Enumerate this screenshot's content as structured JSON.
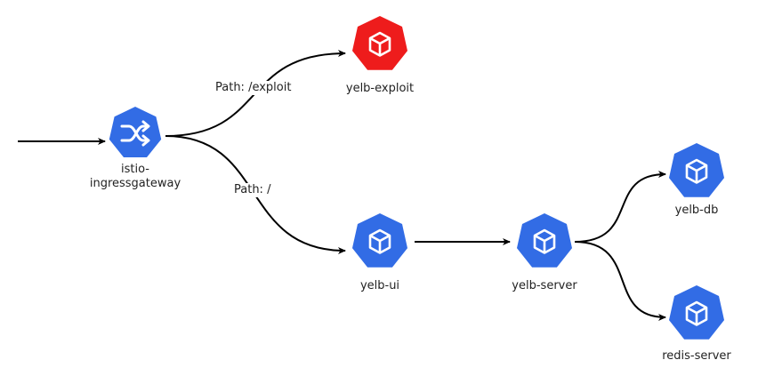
{
  "colors": {
    "k8s_blue": "#326ce5",
    "exploit_red": "#ee1c1c",
    "edge": "#000000",
    "glyph": "#ffffff"
  },
  "nodes": {
    "gateway": {
      "label_line1": "istio-",
      "label_line2": "ingressgateway",
      "icon": "shuffle-icon"
    },
    "exploit": {
      "label": "yelb-exploit",
      "icon": "cube-icon"
    },
    "ui": {
      "label": "yelb-ui",
      "icon": "cube-icon"
    },
    "server": {
      "label": "yelb-server",
      "icon": "cube-icon"
    },
    "db": {
      "label": "yelb-db",
      "icon": "cube-icon"
    },
    "redis": {
      "label": "redis-server",
      "icon": "cube-icon"
    }
  },
  "edges": {
    "to_exploit": {
      "label": "Path: /exploit"
    },
    "to_ui": {
      "label": "Path: /"
    }
  }
}
